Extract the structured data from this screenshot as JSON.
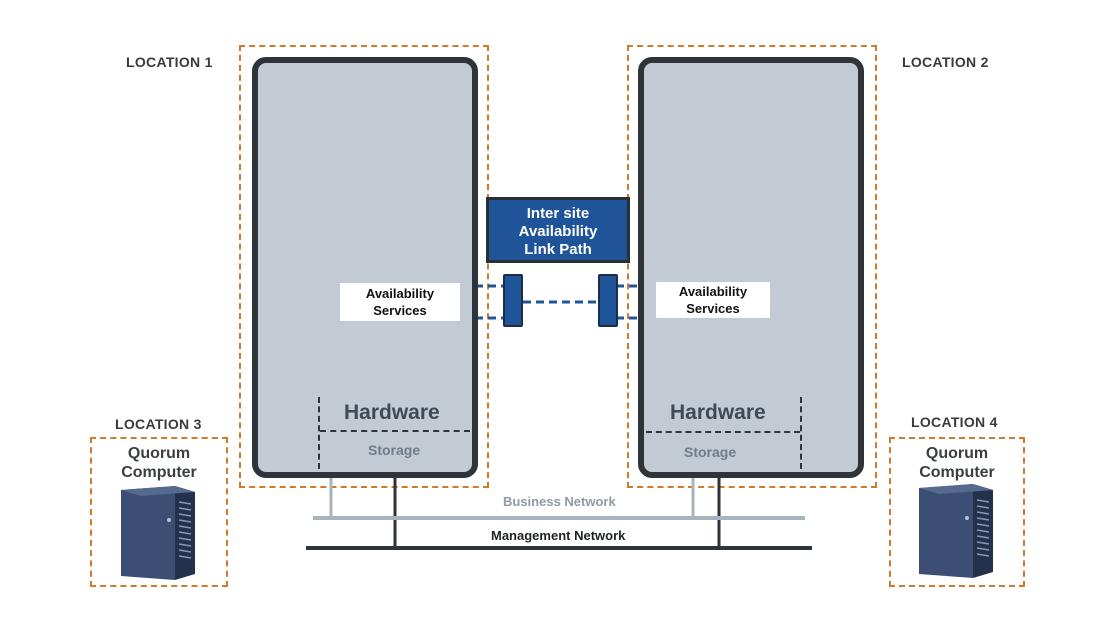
{
  "locations": {
    "loc1": "LOCATION 1",
    "loc2": "LOCATION 2",
    "loc3": "LOCATION 3",
    "loc4": "LOCATION 4"
  },
  "site_left": {
    "hardware": "Hardware",
    "storage": "Storage",
    "availability": [
      "Availability",
      "Services"
    ]
  },
  "site_right": {
    "hardware": "Hardware",
    "storage": "Storage",
    "availability": [
      "Availability",
      "Services"
    ]
  },
  "link_path": [
    "Inter site",
    "Availability",
    "Link Path"
  ],
  "networks": {
    "business": "Business Network",
    "management": "Management Network"
  },
  "quorum_left": [
    "Quorum",
    "Computer"
  ],
  "quorum_right": [
    "Quorum",
    "Computer"
  ],
  "colors": {
    "location_border": "#d07a2a",
    "link_blue": "#1f5498",
    "server_fill": "#c2cad3",
    "business_line": "#a7b3bd",
    "management_line": "#2f343b"
  }
}
